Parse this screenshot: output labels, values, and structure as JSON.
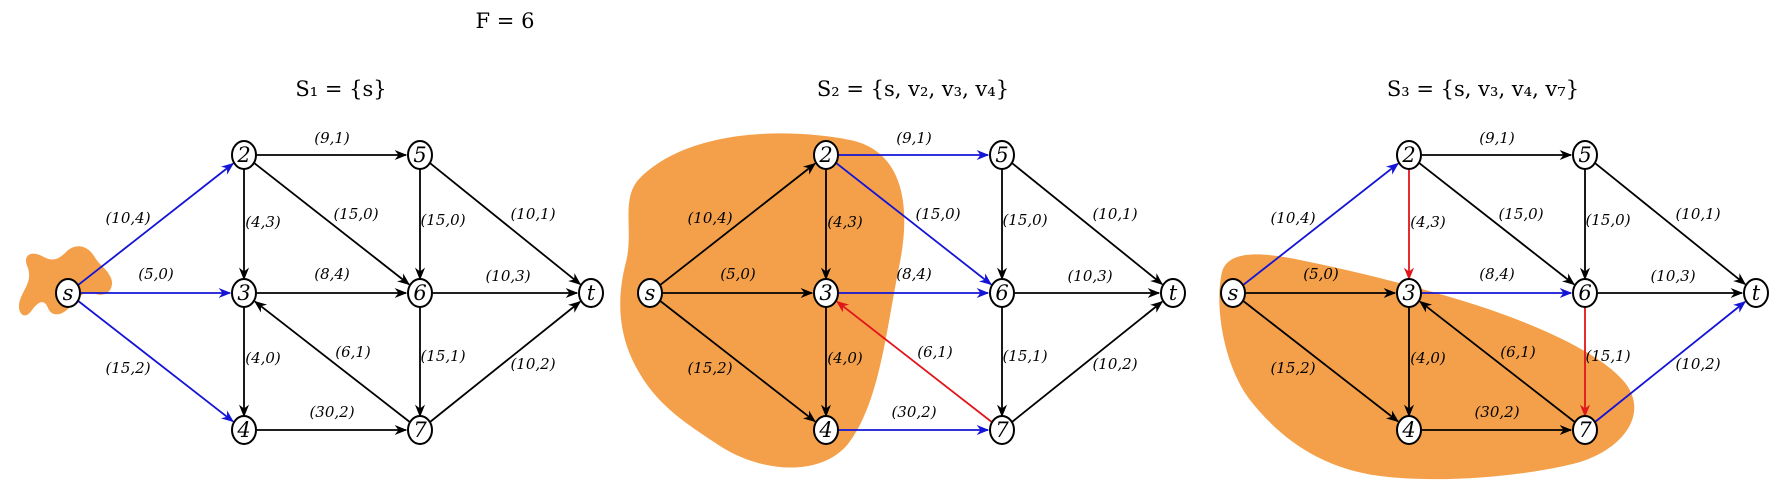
{
  "flow_label": "F = 6",
  "colors": {
    "default": "#000000",
    "blue": "#1414d6",
    "red": "#e0161b",
    "blob": "#f4a04a"
  },
  "nodes": [
    "s",
    "2",
    "3",
    "4",
    "5",
    "6",
    "7",
    "t"
  ],
  "edges": [
    {
      "from": "s",
      "to": "2",
      "label": "(10,4)"
    },
    {
      "from": "s",
      "to": "3",
      "label": "(5,0)"
    },
    {
      "from": "s",
      "to": "4",
      "label": "(15,2)"
    },
    {
      "from": "2",
      "to": "5",
      "label": "(9,1)"
    },
    {
      "from": "2",
      "to": "3",
      "label": "(4,3)"
    },
    {
      "from": "2",
      "to": "6",
      "label": "(15,0)"
    },
    {
      "from": "3",
      "to": "6",
      "label": "(8,4)"
    },
    {
      "from": "3",
      "to": "4",
      "label": "(4,0)"
    },
    {
      "from": "5",
      "to": "6",
      "label": "(15,0)"
    },
    {
      "from": "5",
      "to": "t",
      "label": "(10,1)"
    },
    {
      "from": "6",
      "to": "t",
      "label": "(10,3)"
    },
    {
      "from": "6",
      "to": "7",
      "label": "(15,1)"
    },
    {
      "from": "4",
      "to": "7",
      "label": "(30,2)"
    },
    {
      "from": "7",
      "to": "3",
      "label": "(6,1)"
    },
    {
      "from": "7",
      "to": "t",
      "label": "(10,2)"
    }
  ],
  "panels": [
    {
      "title": "S₁ = {s}",
      "shaded_nodes": [
        "s"
      ],
      "edge_colors": {
        "s-2": "blue",
        "s-3": "blue",
        "s-4": "blue"
      }
    },
    {
      "title": "S₂ = {s, v₂, v₃, v₄}",
      "shaded_nodes": [
        "s",
        "2",
        "3",
        "4"
      ],
      "edge_colors": {
        "2-5": "blue",
        "2-6": "blue",
        "3-6": "blue",
        "4-7": "blue",
        "7-3": "red"
      }
    },
    {
      "title": "S₃ = {s, v₃, v₄, v₇}",
      "shaded_nodes": [
        "s",
        "3",
        "4",
        "7"
      ],
      "edge_colors": {
        "s-2": "blue",
        "3-6": "blue",
        "7-t": "blue",
        "2-3": "red",
        "6-7": "red"
      }
    }
  ]
}
